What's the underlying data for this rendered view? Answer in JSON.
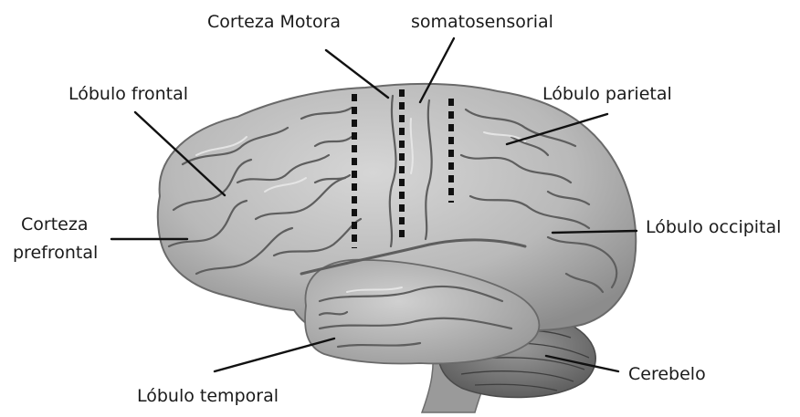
{
  "labels": {
    "motor_cortex": "Corteza Motora",
    "somatosensory": "somatosensorial",
    "frontal_lobe": "Lóbulo frontal",
    "parietal_lobe": "Lóbulo parietal",
    "prefrontal_line1": "Corteza",
    "prefrontal_line2": "prefrontal",
    "occipital_lobe": "Lóbulo occipital",
    "cerebellum": "Cerebelo",
    "temporal_lobe": "Lóbulo temporal"
  },
  "colors": {
    "text": "#1a1a1a",
    "leader_line": "#111111",
    "cortex_fill": "#bdbdbd",
    "cortex_shadow": "#8f8f8f",
    "sulcus": "#5e5e5e",
    "highlight": "#e6e6e6",
    "cerebellum_fill": "#7a7a7a",
    "brainstem_fill": "#9a9a9a"
  }
}
